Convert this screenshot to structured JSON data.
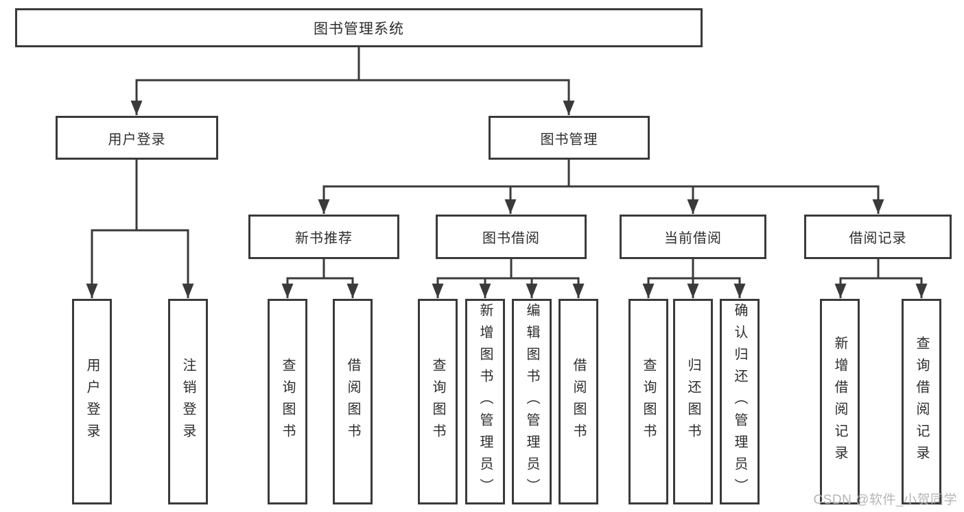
{
  "diagram_type": "hierarchy-tree",
  "tree": {
    "root": {
      "label": "图书管理系统",
      "children": [
        {
          "label": "用户登录",
          "children": [
            {
              "label": "用户登录"
            },
            {
              "label": "注销登录"
            }
          ]
        },
        {
          "label": "图书管理",
          "children": [
            {
              "label": "新书推荐",
              "children": [
                {
                  "label": "查询图书"
                },
                {
                  "label": "借阅图书"
                }
              ]
            },
            {
              "label": "图书借阅",
              "children": [
                {
                  "label": "查询图书"
                },
                {
                  "label": "新增图书（管理员）"
                },
                {
                  "label": "编辑图书（管理员）"
                },
                {
                  "label": "借阅图书"
                }
              ]
            },
            {
              "label": "当前借阅",
              "children": [
                {
                  "label": "查询图书"
                },
                {
                  "label": "归还图书"
                },
                {
                  "label": "确认归还（管理员）"
                }
              ]
            },
            {
              "label": "借阅记录",
              "children": [
                {
                  "label": "新增借阅记录"
                },
                {
                  "label": "查询借阅记录"
                }
              ]
            }
          ]
        }
      ]
    }
  },
  "watermark": "CSDN @软件_小贺同学",
  "colors": {
    "line": "#3a3a3a",
    "text": "#2d2d2d",
    "background": "#ffffff",
    "watermark": "#b5b5b5"
  }
}
